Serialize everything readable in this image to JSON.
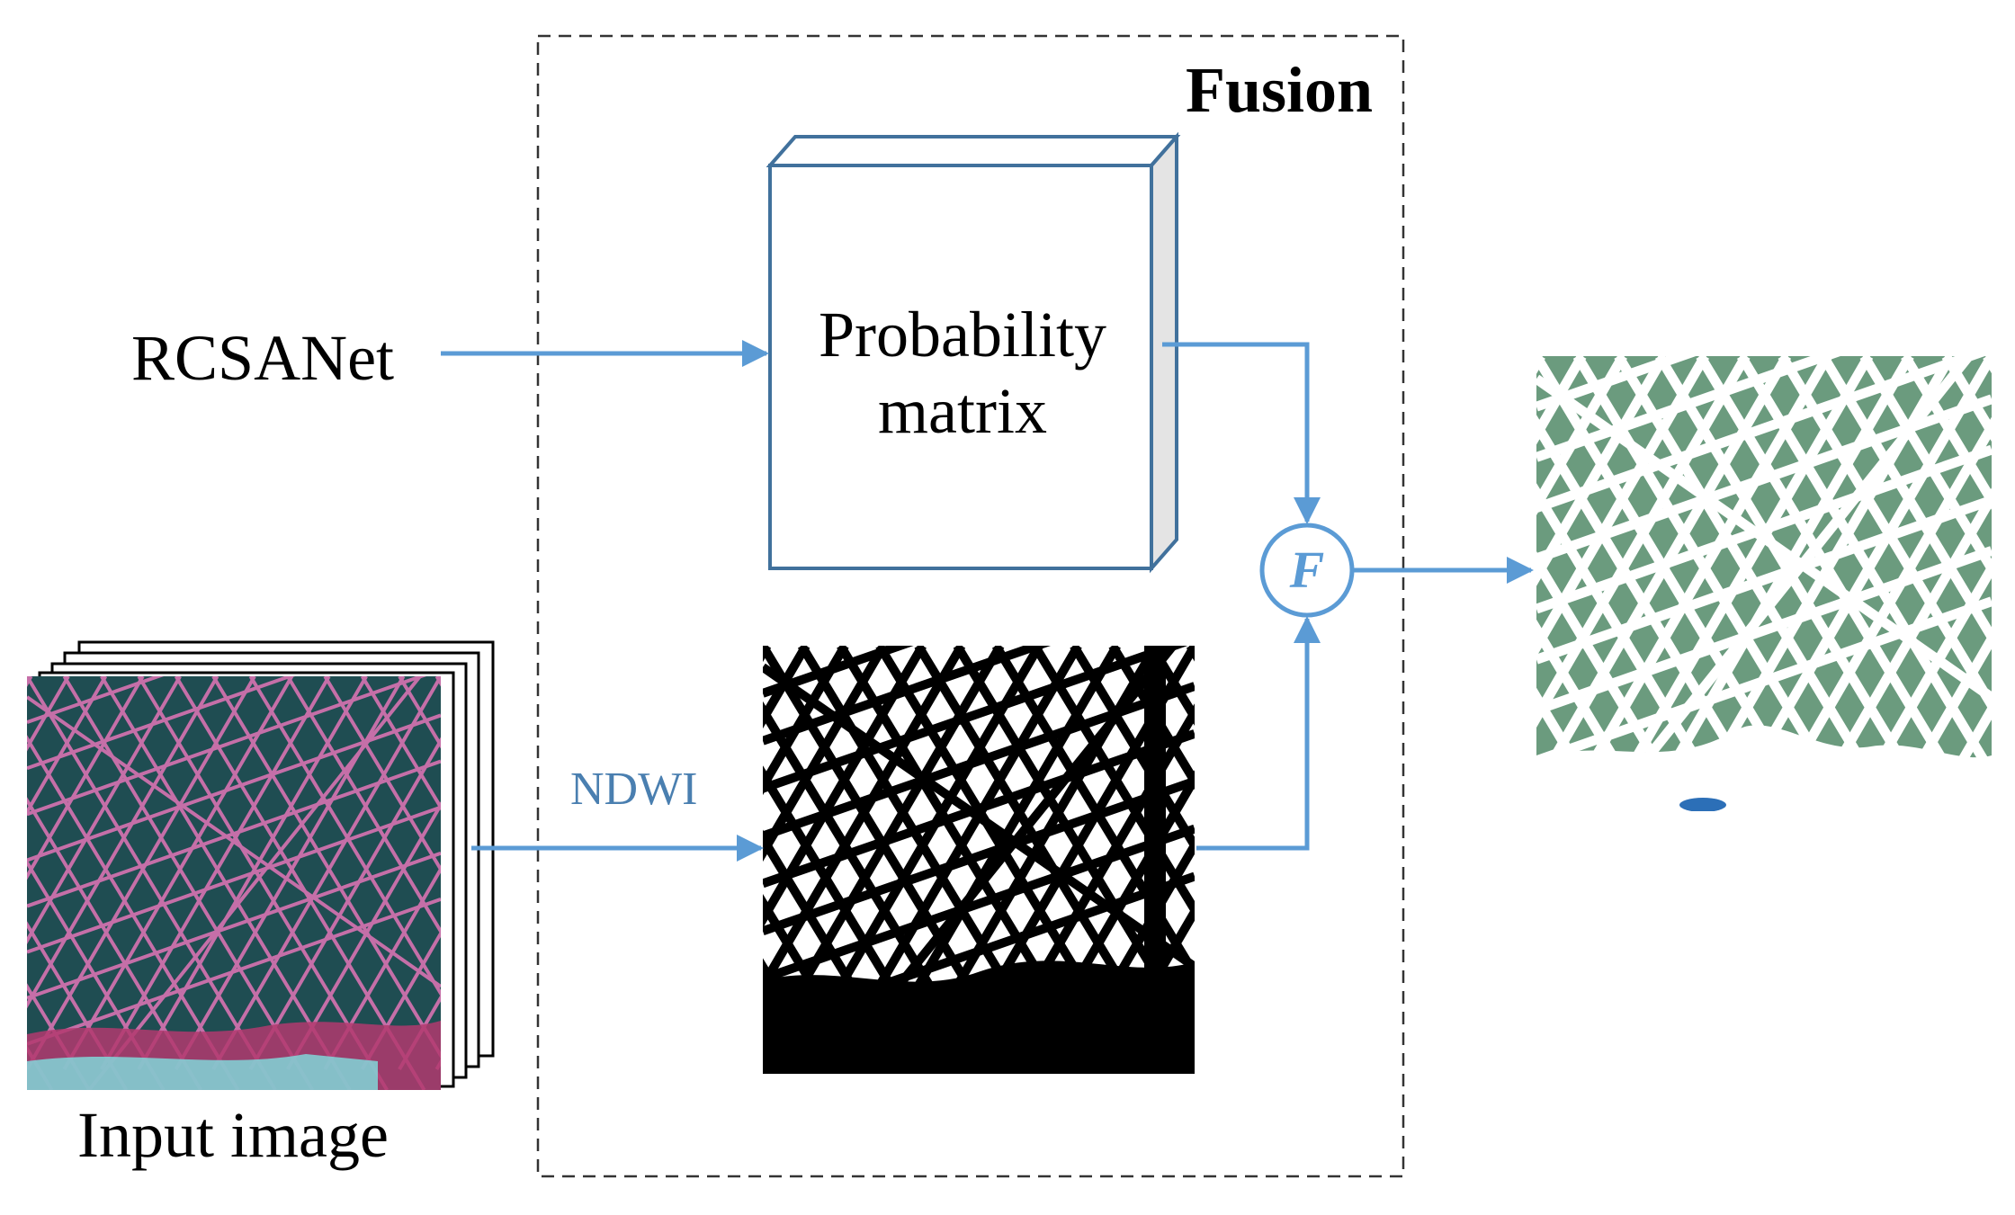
{
  "fusion": {
    "title": "Fusion"
  },
  "rcsanet": {
    "label": "RCSANet"
  },
  "probability_matrix": {
    "line1": "Probability",
    "line2": "matrix"
  },
  "ndwi": {
    "label": "NDWI"
  },
  "fusion_operator": {
    "symbol": "F"
  },
  "input": {
    "label": "Input image"
  },
  "colors": {
    "arrow": "#5b9bd5",
    "box_border": "#41719c",
    "ndwi_text": "#4a7fb0",
    "water_map": "#6b9b7e",
    "input_bg": "#1f4d52",
    "input_lines": "#c56fa8"
  }
}
